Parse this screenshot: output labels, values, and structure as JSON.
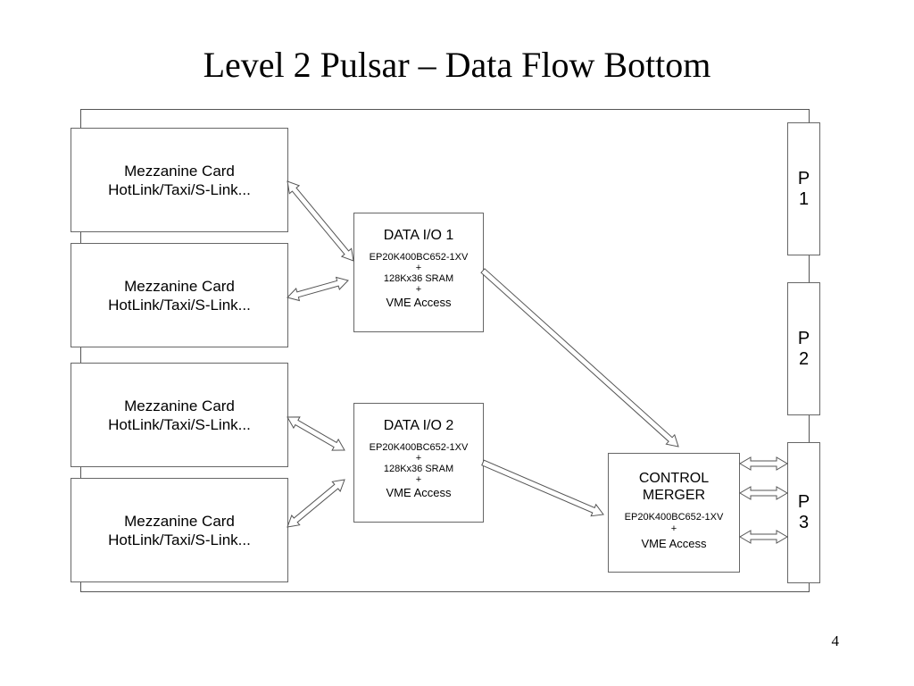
{
  "title": "Level 2 Pulsar – Data Flow Bottom",
  "page_number": "4",
  "mezzanine_cards": [
    {
      "line1": "Mezzanine Card",
      "line2": "HotLink/Taxi/S-Link..."
    },
    {
      "line1": "Mezzanine Card",
      "line2": "HotLink/Taxi/S-Link..."
    },
    {
      "line1": "Mezzanine Card",
      "line2": "HotLink/Taxi/S-Link..."
    },
    {
      "line1": "Mezzanine Card",
      "line2": "HotLink/Taxi/S-Link..."
    }
  ],
  "data_io": [
    {
      "name": "DATA I/O 1",
      "fpga": "EP20K400BC652-1XV",
      "plus1": "+",
      "sram": "128Kx36 SRAM",
      "plus2": "+",
      "vme": "VME Access"
    },
    {
      "name": "DATA I/O 2",
      "fpga": "EP20K400BC652-1XV",
      "plus1": "+",
      "sram": "128Kx36 SRAM",
      "plus2": "+",
      "vme": "VME Access"
    }
  ],
  "control_merger": {
    "line1": "CONTROL",
    "line2": "MERGER",
    "fpga": "EP20K400BC652-1XV",
    "plus": "+",
    "vme": "VME Access"
  },
  "connectors": [
    {
      "letter": "P",
      "number": "1"
    },
    {
      "letter": "P",
      "number": "2"
    },
    {
      "letter": "P",
      "number": "3"
    }
  ]
}
